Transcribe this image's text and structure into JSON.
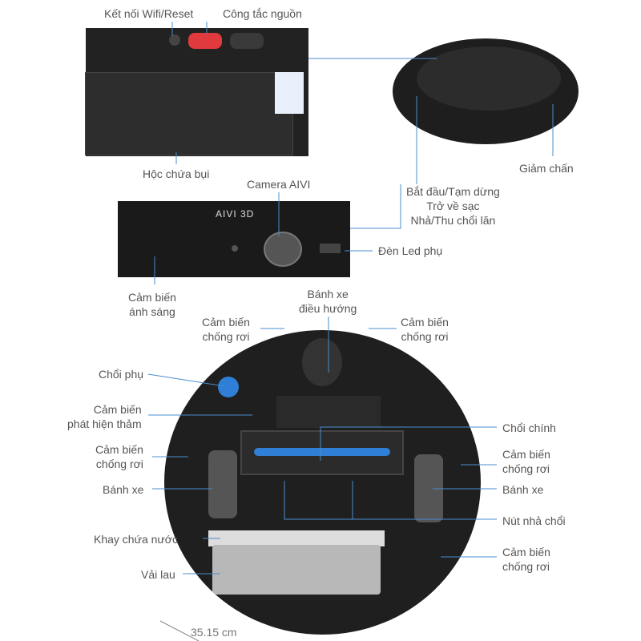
{
  "labels": {
    "wifi_reset": "Kết nối Wifi/Reset",
    "power_switch": "Công tắc nguồn",
    "dust_bin": "Hộc chứa bụi",
    "camera": "Camera AIVI",
    "aivi_3d": "AIVI 3D",
    "buttons": [
      "Bắt đầu/Tạm dừng",
      "Trở về sạc",
      "Nhả/Thu chổi lăn"
    ],
    "bumper": "Giảm chấn",
    "aux_led": "Đèn Led phụ",
    "light_sensor": [
      "Cảm biến",
      "ánh sáng"
    ],
    "nav_wheel": [
      "Bánh xe",
      "điều hướng"
    ],
    "cliff_sensor": [
      "Cảm biến",
      "chống rơi"
    ],
    "side_brush": "Chổi phụ",
    "carpet_sensor": [
      "Cảm biến",
      "phát hiện thảm"
    ],
    "main_brush": "Chổi chính",
    "wheel": "Bánh xe",
    "brush_release": "Nút nhả chổi",
    "water_tank": "Khay chứa nước",
    "mop": "Vải lau",
    "dimension": "35.15 cm"
  },
  "colors": {
    "line": "#4a8ccf",
    "accent_red": "#e0393e",
    "brush_blue": "#2f7fd6"
  }
}
